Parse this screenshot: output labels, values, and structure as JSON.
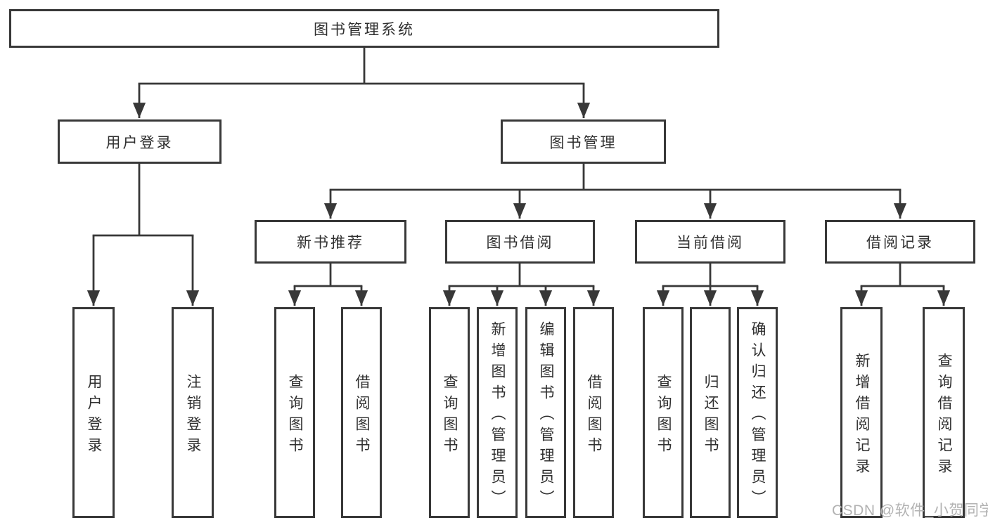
{
  "diagram_type": "hierarchy-tree",
  "colors": {
    "line": "#383838",
    "text": "#2f2f2f",
    "background": "#ffffff",
    "watermark": "#b2b2b2"
  },
  "root": {
    "label": "图书管理系统"
  },
  "level2": {
    "user_login": {
      "label": "用户登录"
    },
    "book_management": {
      "label": "图书管理"
    }
  },
  "level3": {
    "new_book_recommend": {
      "label": "新书推荐"
    },
    "book_borrowing": {
      "label": "图书借阅"
    },
    "current_borrowing": {
      "label": "当前借阅"
    },
    "borrowing_records": {
      "label": "借阅记录"
    }
  },
  "leaves": {
    "user_login": [
      "用户登录",
      "注销登录"
    ],
    "new_book_recommend": [
      "查询图书",
      "借阅图书"
    ],
    "book_borrowing": [
      "查询图书",
      "新增图书（管理员）",
      "编辑图书（管理员）",
      "借阅图书"
    ],
    "current_borrowing": [
      "查询图书",
      "归还图书",
      "确认归还（管理员）"
    ],
    "borrowing_records": [
      "新增借阅记录",
      "查询借阅记录"
    ]
  },
  "watermark": {
    "text": "CSDN @软件_小贺同学"
  }
}
